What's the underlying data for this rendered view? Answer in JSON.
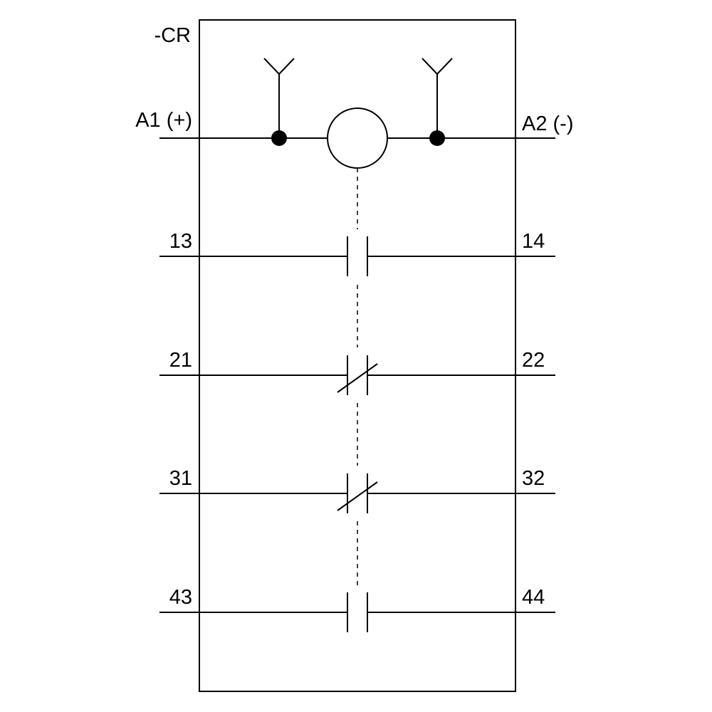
{
  "device": {
    "tag": "-CR"
  },
  "coil": {
    "left_terminal": "A1 (+)",
    "right_terminal": "A2 (-)"
  },
  "contacts": [
    {
      "left": "13",
      "right": "14",
      "type": "normally-open"
    },
    {
      "left": "21",
      "right": "22",
      "type": "normally-closed"
    },
    {
      "left": "31",
      "right": "32",
      "type": "normally-closed"
    },
    {
      "left": "43",
      "right": "44",
      "type": "normally-open"
    }
  ],
  "colors": {
    "line": "#000000",
    "background": "#ffffff"
  }
}
